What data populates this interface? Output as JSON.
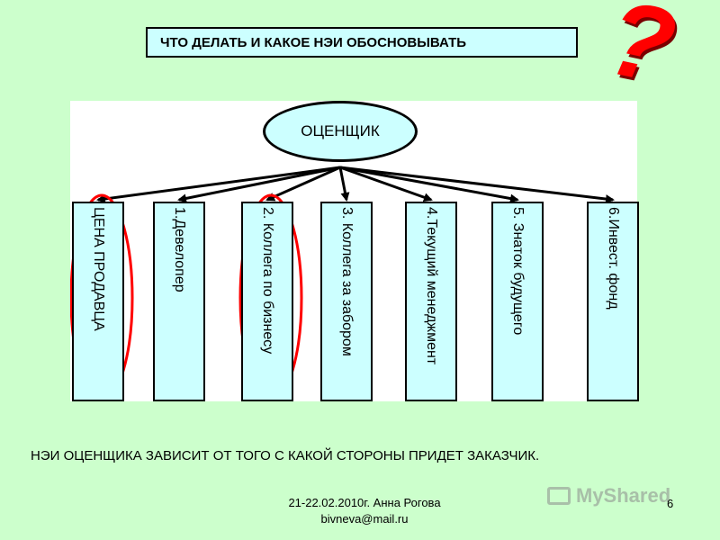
{
  "title": "ЧТО ДЕЛАТЬ  И КАКОЕ НЭИ ОБОСНОВЫВАТЬ",
  "question_mark": "?",
  "diagram": {
    "root": "ОЦЕНЩИК",
    "columns": [
      {
        "label": "ЦЕНА ПРОДАВЦА",
        "highlighted": true
      },
      {
        "label": "1.Девелопер",
        "highlighted": false
      },
      {
        "label": "2. Коллега по бизнесу",
        "highlighted": true
      },
      {
        "label": "3. Коллега за забором",
        "highlighted": false
      },
      {
        "label": "4.Текущий менеджмент",
        "highlighted": false
      },
      {
        "label": "5. Знаток будущего",
        "highlighted": false
      },
      {
        "label": "6.Инвест. фонд",
        "highlighted": false
      }
    ]
  },
  "footer_text": "НЭИ ОЦЕНЩИКА ЗАВИСИТ ОТ ТОГО С КАКОЙ СТОРОНЫ ПРИДЕТ ЗАКАЗЧИК.",
  "footer": {
    "date_author": "21-22.02.2010г.     Анна Рогова",
    "email": "bivneva@mail.ru",
    "page": "6"
  },
  "watermark": "MyShared",
  "colors": {
    "background": "#ccffcc",
    "box_fill": "#ccffff",
    "highlight": "#ff0000"
  }
}
